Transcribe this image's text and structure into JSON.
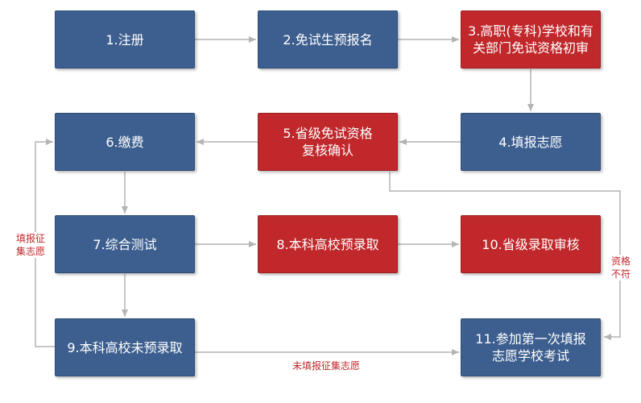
{
  "nodes": {
    "n1": {
      "text": "1.注册",
      "color": "#3d5f8f"
    },
    "n2": {
      "text": "2.免试生预报名",
      "color": "#3d5f8f"
    },
    "n3": {
      "text": "3.高职(专科)学校和有\n关部门免试资格初审",
      "color": "#c0282b"
    },
    "n4": {
      "text": "4.填报志愿",
      "color": "#3d5f8f"
    },
    "n5": {
      "text": "5.省级免试资格\n复核确认",
      "color": "#c0282b"
    },
    "n6": {
      "text": "6.缴费",
      "color": "#3d5f8f"
    },
    "n7": {
      "text": "7.综合测试",
      "color": "#3d5f8f"
    },
    "n8": {
      "text": "8.本科高校预录取",
      "color": "#c0282b"
    },
    "n10": {
      "text": "10.省级录取审核",
      "color": "#c0282b"
    },
    "n9": {
      "text": "9.本科高校未预录取",
      "color": "#3d5f8f"
    },
    "n11": {
      "text": "11.参加第一次填报\n志愿学校考试",
      "color": "#3d5f8f"
    }
  },
  "labels": {
    "fill_levy": "填报征\n集志愿",
    "not_qualified": "资格\n不符",
    "no_fill_levy": "未填报征集志愿"
  },
  "colors": {
    "connector": "#b4b4b4",
    "label": "#c0282b"
  }
}
